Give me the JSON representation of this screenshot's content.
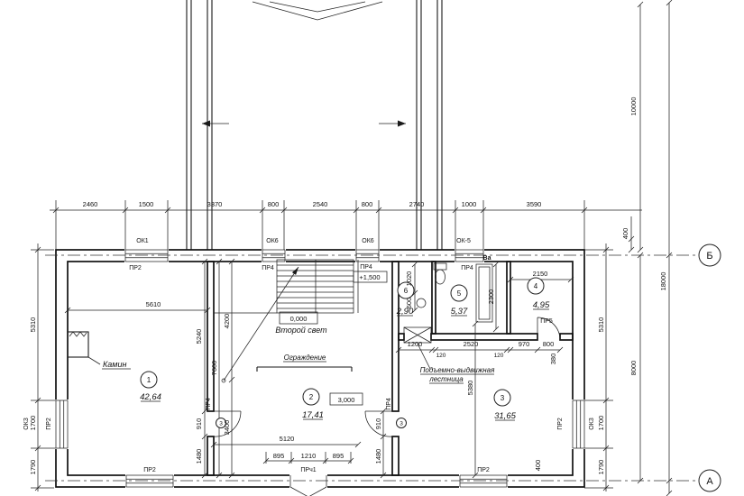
{
  "axes": {
    "top": "Б",
    "bottom": "А"
  },
  "dims": {
    "top": [
      "2460",
      "1500",
      "3370",
      "800",
      "2540",
      "800",
      "2740",
      "1000",
      "3590"
    ],
    "top_right_offset": "400",
    "far_right": [
      "10000",
      "18000",
      "8000"
    ],
    "left": [
      "5310",
      "1700",
      "1790"
    ],
    "right": [
      "5310",
      "1700",
      "1790"
    ],
    "room1_width": "5610",
    "chain_a": [
      "5240",
      "910",
      "1480"
    ],
    "full_height": "7600",
    "chain_b": [
      "4200",
      "3400"
    ],
    "chain_c": [
      "910",
      "1480"
    ],
    "room3_height": "5380",
    "bottom_width": "5120",
    "entry_chain": [
      "895",
      "1210",
      "895"
    ],
    "san_chain": [
      "1200",
      "120",
      "2520",
      "120",
      "970",
      "800"
    ],
    "room4_width": "2150",
    "san_vert": [
      "1020",
      "600"
    ],
    "shower_height": "2300",
    "bottom_right": "400",
    "p3_right": "380"
  },
  "windows": {
    "top": [
      "ОК1",
      "ОК6",
      "ОК6",
      "ОК-5"
    ],
    "left": "ОК3",
    "right": "ОК3"
  },
  "openings": {
    "top": [
      "ПР2",
      "ПР4",
      "ПР4",
      "ПР4"
    ],
    "left": "ПР2",
    "right": "ПР2",
    "bottom": [
      "ПР2",
      "ПРч1",
      "ПР2"
    ],
    "partitions": [
      "ПР4",
      "ПР4"
    ],
    "pr5": "ПР5"
  },
  "rooms": [
    {
      "num": "1",
      "area": "42,64"
    },
    {
      "num": "2",
      "area": "17,41"
    },
    {
      "num": "3",
      "area": "31,65"
    },
    {
      "num": "4",
      "area": "4,95"
    },
    {
      "num": "5",
      "area": "5,37"
    },
    {
      "num": "6",
      "area": "2,90"
    }
  ],
  "door_marks": [
    "3",
    "3"
  ],
  "labels": {
    "fireplace": "Камин",
    "second_light": "Второй свет",
    "railing": "Ограждение",
    "ladder1": "Подъемно-выдвижная",
    "ladder2": "лестница",
    "vent": "Ва"
  },
  "elevations": {
    "zero": "0,000",
    "mid": "+1,500",
    "top": "3,000"
  }
}
